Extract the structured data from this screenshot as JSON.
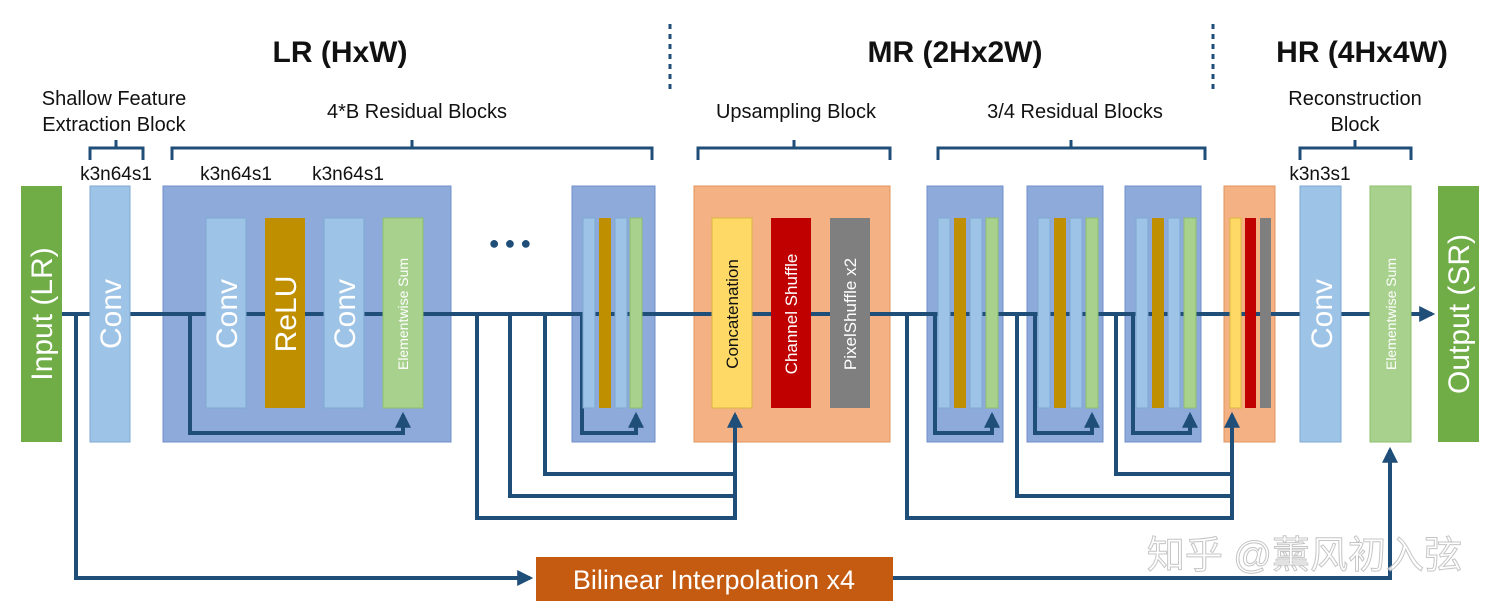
{
  "sections": {
    "lr": "LR (HxW)",
    "mr": "MR (2Hx2W)",
    "hr": "HR (4Hx4W)"
  },
  "group_labels": {
    "shallow_line1": "Shallow Feature",
    "shallow_line2": "Extraction Block",
    "residual_lr": "4*B Residual Blocks",
    "upsampling": "Upsampling Block",
    "residual_mr": "3/4 Residual Blocks",
    "recon_line1": "Reconstruction",
    "recon_line2": "Block"
  },
  "params": {
    "shallow_conv": "k3n64s1",
    "res_conv1": "k3n64s1",
    "res_conv2": "k3n64s1",
    "recon_conv": "k3n3s1"
  },
  "blocks": {
    "input": "Input (LR)",
    "conv": "Conv",
    "relu": "ReLU",
    "elementwise_sum": "Elementwise Sum",
    "concatenation": "Concatenation",
    "channel_shuffle": "Channel Shuffle",
    "pixel_shuffle": "PixelShuffle x2",
    "output": "Output (SR)",
    "bilinear": "Bilinear Interpolation x4"
  },
  "ellipsis": "● ● ●",
  "watermark": "知乎 @薰风初入弦",
  "colors": {
    "input_green": "#70ad47",
    "conv_blue": "#9dc3e6",
    "residual_bg": "#8eaadb",
    "relu_gold": "#bf8f00",
    "sum_green": "#a9d18e",
    "upsample_bg": "#f4b183",
    "concat_yellow": "#ffd966",
    "shuffle_red": "#c00000",
    "pixel_gray": "#7f7f7f",
    "bilinear_orange": "#c55a11",
    "line_navy": "#1f4e79"
  }
}
